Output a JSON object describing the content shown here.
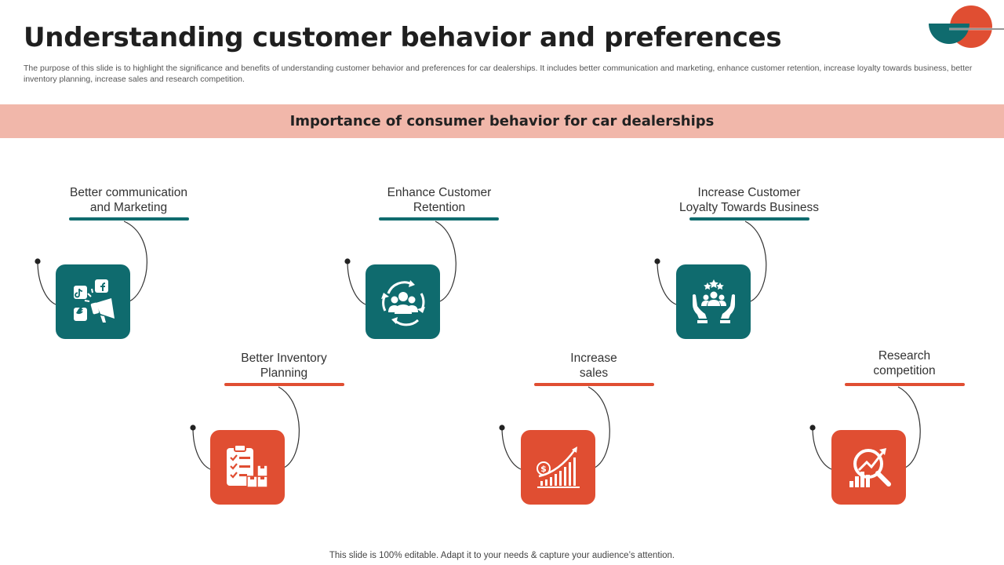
{
  "header": {
    "title": "Understanding customer behavior and preferences",
    "subtitle": "The purpose of this slide is to highlight the significance and benefits of understanding customer behavior and preferences for car dealerships. It includes better communication and marketing, enhance customer retention, increase loyalty towards business, better inventory planning, increase sales and research competition."
  },
  "banner": {
    "text": "Importance of consumer behavior for car dealerships"
  },
  "colors": {
    "teal": "#0f6b6e",
    "orange": "#e04e32",
    "banner": "#f1b7aa"
  },
  "items": [
    {
      "label_line1": "Better communication",
      "label_line2": "and Marketing",
      "icon": "social-media-megaphone-icon",
      "color": "teal"
    },
    {
      "label_line1": "Better Inventory",
      "label_line2": "Planning",
      "icon": "inventory-checklist-icon",
      "color": "orange"
    },
    {
      "label_line1": "Enhance Customer",
      "label_line2": "Retention",
      "icon": "customer-retention-cycle-icon",
      "color": "teal"
    },
    {
      "label_line1": "Increase",
      "label_line2": "sales",
      "icon": "sales-growth-chart-icon",
      "color": "orange"
    },
    {
      "label_line1": "Increase Customer",
      "label_line2": "Loyalty Towards Business",
      "icon": "loyalty-hands-stars-icon",
      "color": "teal"
    },
    {
      "label_line1": "Research",
      "label_line2": "competition",
      "icon": "magnifier-research-icon",
      "color": "orange"
    }
  ],
  "footer": {
    "text": "This slide is 100% editable. Adapt it to your needs & capture your audience’s attention."
  }
}
